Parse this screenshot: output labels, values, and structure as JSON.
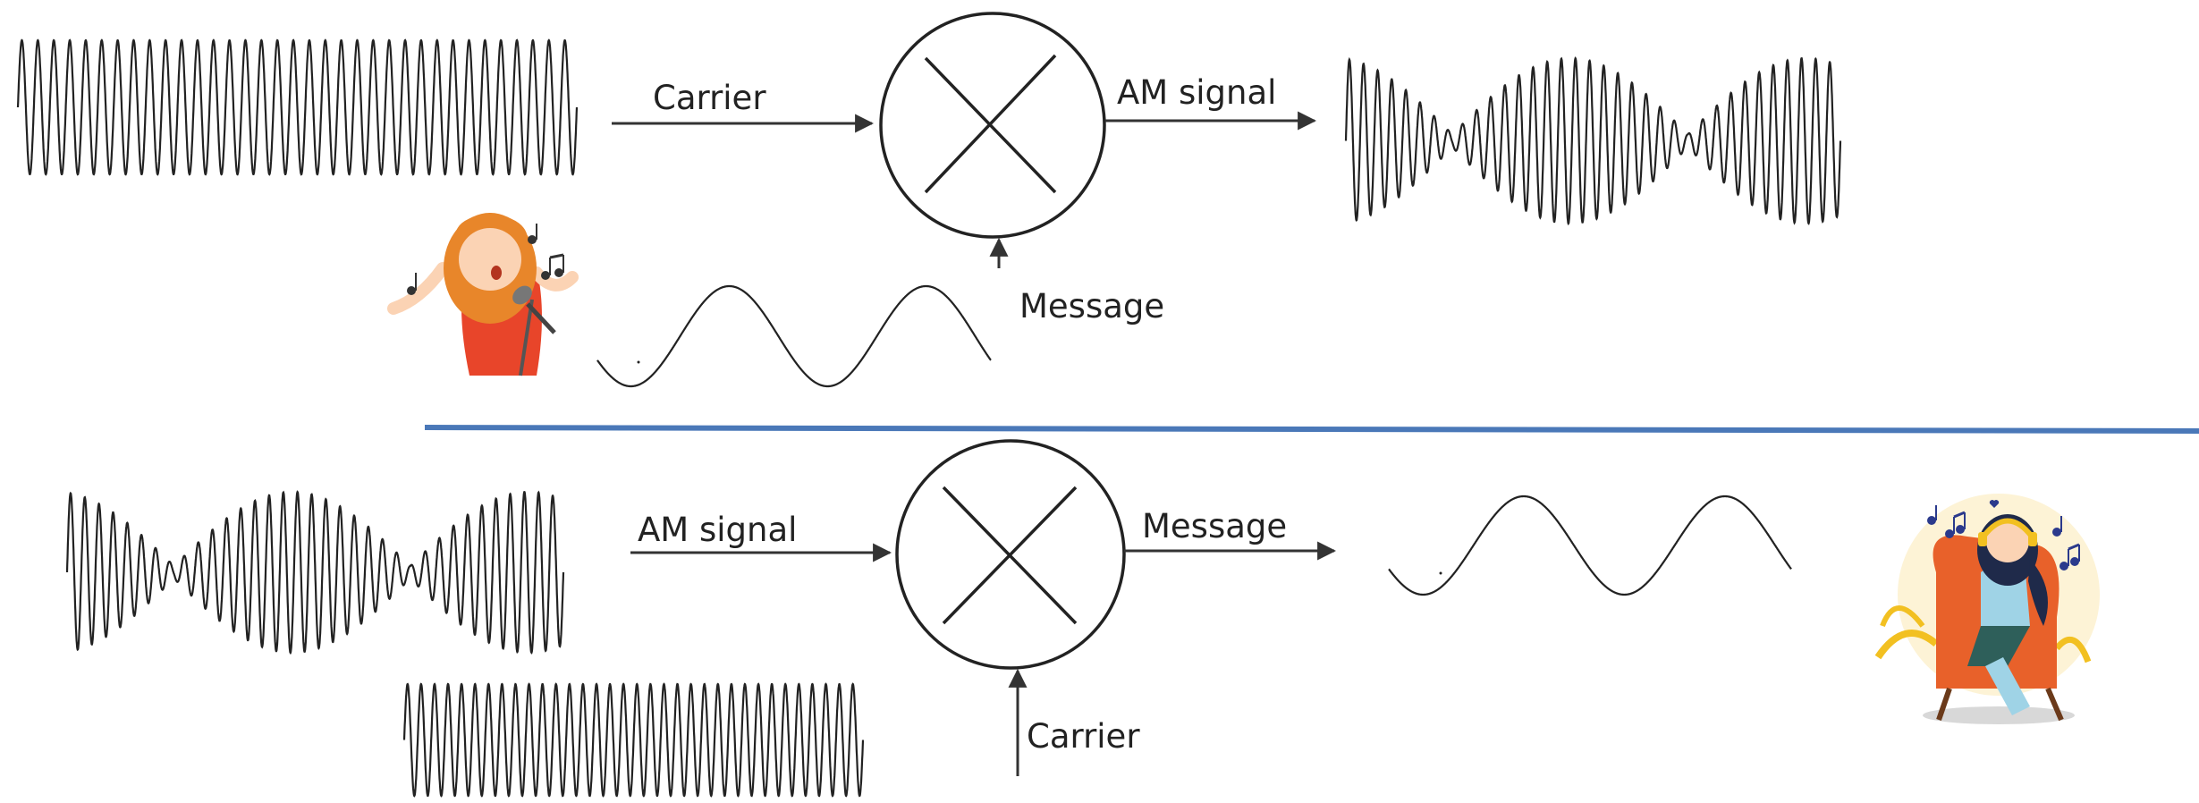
{
  "colors": {
    "ink": "#222222",
    "divider": "#4a78b8",
    "singer_hair": "#e8862a",
    "singer_dress": "#e8452a",
    "singer_skin": "#fbd3b4",
    "chair": "#e8612a",
    "listener_top": "#9fd3e6",
    "listener_hair": "#1f2a4a",
    "headphones": "#f2c021",
    "note_blue": "#2b3a8c"
  },
  "modulation": {
    "carrier_label": "Carrier",
    "output_label": "AM signal",
    "message_label": "Message",
    "mixer_icon": "multiplier-cross-icon",
    "source_icon": "singer-with-microphone-icon"
  },
  "demodulation": {
    "input_label": "AM signal",
    "output_label": "Message",
    "carrier_label": "Carrier",
    "mixer_icon": "multiplier-cross-icon",
    "listener_icon": "person-with-headphones-icon"
  }
}
